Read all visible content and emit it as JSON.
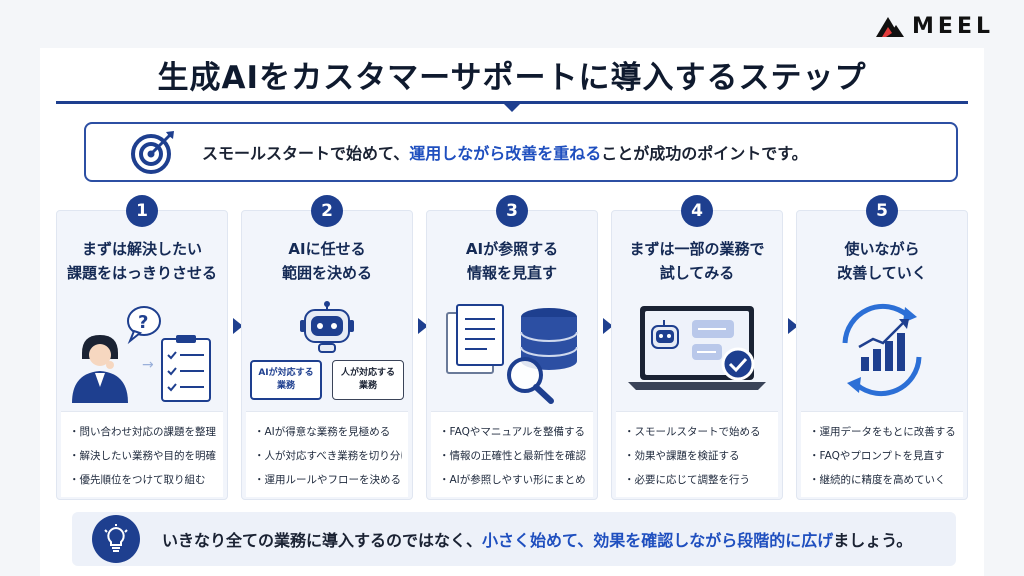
{
  "brand": {
    "name": "MEEL"
  },
  "title": "生成AIをカスタマーサポートに導入するステップ",
  "point": {
    "text_before": "スモールスタートで始めて、",
    "text_highlight": "運用しながら改善を重ねる",
    "text_after": "ことが成功のポイントです。",
    "icon": "target-icon"
  },
  "steps": [
    {
      "number": "1",
      "title_line1": "まずは解決したい",
      "title_line2": "課題をはっきりさせる",
      "illustration": "person-thinking-checklist-icon",
      "question_mark": "?",
      "items": [
        "問い合わせ対応の課題を整理する",
        "解決したい業務や目的を明確にする",
        "優先順位をつけて取り組む"
      ]
    },
    {
      "number": "2",
      "title_line1": "AIに任せる",
      "title_line2": "範囲を決める",
      "illustration": "robot-icon",
      "chip_ai_line1": "AIが対応する",
      "chip_ai_line2": "業務",
      "chip_human_line1": "人が対応する",
      "chip_human_line2": "業務",
      "items": [
        "AIが得意な業務を見極める",
        "人が対応すべき業務を切り分ける",
        "運用ルールやフローを決める"
      ]
    },
    {
      "number": "3",
      "title_line1": "AIが参照する",
      "title_line2": "情報を見直す",
      "illustration": "documents-database-magnifier-icon",
      "items": [
        "FAQやマニュアルを整備する",
        "情報の正確性と最新性を確認する",
        "AIが参照しやすい形にまとめる"
      ]
    },
    {
      "number": "4",
      "title_line1": "まずは一部の業務で",
      "title_line2": "試してみる",
      "illustration": "laptop-chatbot-check-icon",
      "items": [
        "スモールスタートで始める",
        "効果や課題を検証する",
        "必要に応じて調整を行う"
      ]
    },
    {
      "number": "5",
      "title_line1": "使いながら",
      "title_line2": "改善していく",
      "illustration": "growth-chart-cycle-icon",
      "items": [
        "運用データをもとに改善する",
        "FAQやプロンプトを見直す",
        "継続的に精度を高めていく"
      ]
    }
  ],
  "tip": {
    "icon": "lightbulb-icon",
    "text_before": "いきなり全ての業務に導入するのではなく、",
    "text_highlight": "小さく始めて、効果を確認しながら段階的に広げ",
    "text_after": "ましょう。"
  },
  "colors": {
    "primary": "#1e3f8f",
    "accent": "#1f4fbf",
    "panel": "#f2f5fb"
  }
}
